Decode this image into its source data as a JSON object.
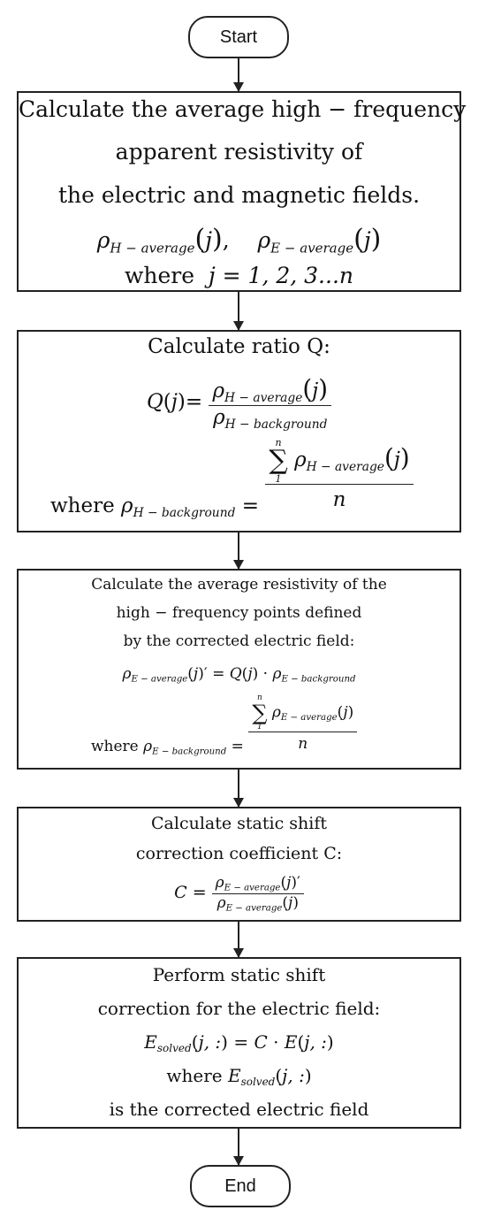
{
  "start_label": "Start",
  "end_label": "End",
  "box1": {
    "line1": "Calculate the average high − frequency",
    "line2": "apparent resistivity of",
    "line3": "the electric and magnetic fields.",
    "rho": "ρ",
    "sub_h": "H − average",
    "sub_e": "E − average",
    "arg": "j",
    "sep": ",",
    "where": "where",
    "j_range": "j = 1, 2, 3...n"
  },
  "box2": {
    "title": "Calculate ratio Q:",
    "q": "Q",
    "arg": "j",
    "rho": "ρ",
    "sub_h_avg": "H − average",
    "sub_h_bg": "H − background",
    "where": "where",
    "sum_top": "n",
    "sum_bottom": "1",
    "n": "n"
  },
  "box3": {
    "line1": "Calculate the average resistivity of the",
    "line2": "high − frequency points defined",
    "line3": "by the corrected electric field:",
    "rho": "ρ",
    "sub_e_avg": "E − average",
    "sub_e_bg": "E − background",
    "q": "Q",
    "arg": "j",
    "where": "where",
    "sum_top": "n",
    "sum_bottom": "1",
    "n": "n"
  },
  "box4": {
    "line1": "Calculate static shift",
    "line2": "correction coefficient C:",
    "c": "C",
    "rho": "ρ",
    "sub_e_avg": "E − average",
    "arg": "j"
  },
  "box5": {
    "line1": "Perform static shift",
    "line2": "correction for the electric field:",
    "e": "E",
    "sub_solved": "solved",
    "args": "j, :",
    "c": "C",
    "where": "where",
    "line5": "is the corrected electric field"
  }
}
